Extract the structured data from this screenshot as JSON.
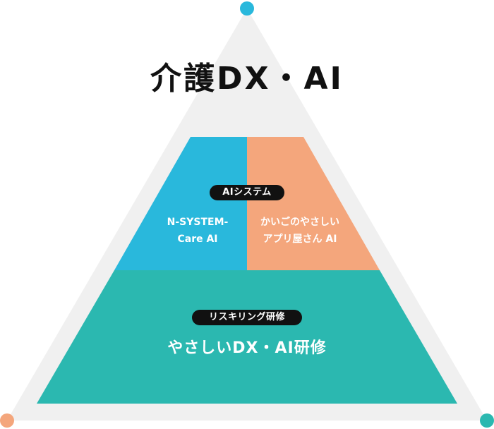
{
  "title": "介護DX・AI",
  "ai_section": {
    "tag": "AIシステム",
    "left": {
      "line1": "N-SYSTEM-",
      "line2": "Care AI"
    },
    "right": {
      "line1": "かいごのやさしい",
      "line2": "アプリ屋さん AI"
    }
  },
  "reskill_section": {
    "tag": "リスキリング研修",
    "label": "やさしいDX・AI研修"
  },
  "colors": {
    "triangle_bg": "#f0f0f0",
    "ai_left": "#29b8dc",
    "ai_right": "#f4a67c",
    "reskill": "#2bb8b0",
    "dot_top": "#29b8dc",
    "dot_left": "#f4a67c",
    "dot_right": "#2bb8b0"
  }
}
